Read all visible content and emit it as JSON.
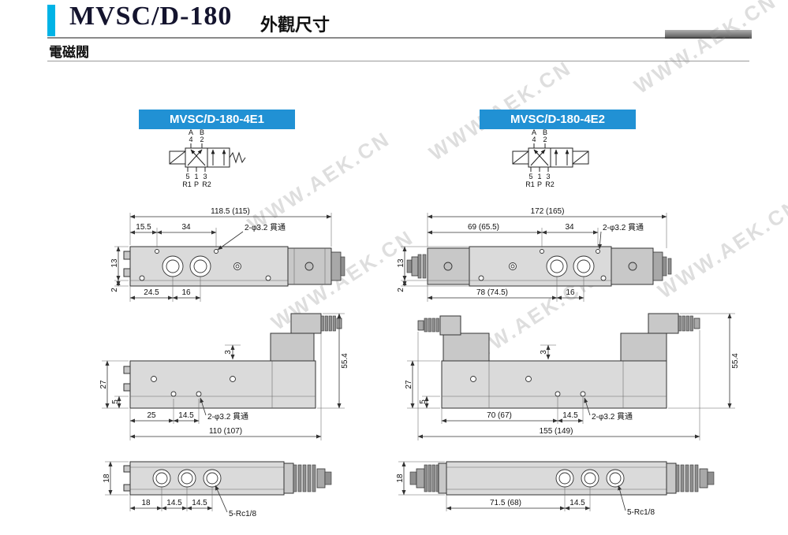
{
  "page": {
    "title": "MVSC/D-180",
    "subtitle": "外觀尺寸",
    "section_label": "電磁閥",
    "watermark": "WWW.AEK.CN",
    "colors": {
      "accent": "#00b3e6",
      "badge": "#2191d4"
    }
  },
  "symbol": {
    "A": "A",
    "B": "B",
    "n4": "4",
    "n2": "2",
    "n5": "5",
    "n1": "1",
    "n3": "3",
    "R1": "R1",
    "P": "P",
    "R2": "R2"
  },
  "left_model": {
    "badge": "MVSC/D-180-4E1",
    "top_view": {
      "overall": "118.5 (115)",
      "a": "15.5",
      "b": "34",
      "note": "2-φ3.2 貫通",
      "h1": "13",
      "h2": "2",
      "c": "24.5",
      "d": "16"
    },
    "side_view": {
      "t": "3",
      "total": "55.4",
      "h": "27",
      "f": "5",
      "a": "25",
      "b": "14.5",
      "note": "2-φ3.2 貫通",
      "overall": "110 (107)"
    },
    "bottom_view": {
      "h": "18",
      "a": "18",
      "b": "14.5",
      "c": "14.5",
      "note": "5-Rc1/8"
    }
  },
  "right_model": {
    "badge": "MVSC/D-180-4E2",
    "top_view": {
      "overall": "172 (165)",
      "a": "69 (65.5)",
      "b": "34",
      "note": "2-φ3.2 貫通",
      "h1": "13",
      "h2": "2",
      "c": "78 (74.5)",
      "d": "16"
    },
    "side_view": {
      "t": "3",
      "total": "55.4",
      "h": "27",
      "f": "5",
      "a": "70 (67)",
      "b": "14.5",
      "note": "2-φ3.2 貫通",
      "overall": "155 (149)"
    },
    "bottom_view": {
      "h": "18",
      "a": "71.5 (68)",
      "b": "14.5",
      "note": "5-Rc1/8"
    }
  }
}
